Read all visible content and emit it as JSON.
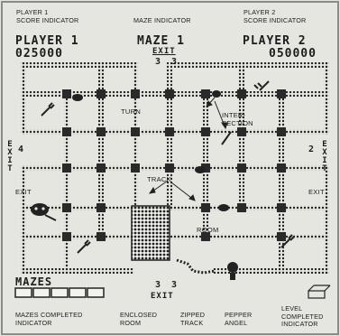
{
  "labels": {
    "p1_indicator": [
      "PLAYER 1",
      "SCORE INDICATOR"
    ],
    "maze_indicator": "MAZE INDICATOR",
    "p2_indicator": [
      "PLAYER 2",
      "SCORE INDICATOR"
    ],
    "turn": "TURN",
    "intersection": [
      "INTER-",
      "SECTION"
    ],
    "track": "TRACK",
    "room": "ROOM",
    "exit_left": "EXIT",
    "exit_right": "EXIT",
    "mazes_completed_indicator": [
      "MAZES COMPLETED",
      "INDICATOR"
    ],
    "enclosed_room": [
      "ENCLOSED",
      "ROOM"
    ],
    "zipped_track": [
      "ZIPPED",
      "TRACK"
    ],
    "pepper_angel": [
      "PEPPER",
      "ANGEL"
    ],
    "level_completed_indicator": [
      "LEVEL",
      "COMPLETED",
      "INDICATOR"
    ]
  },
  "hud": {
    "player1_label": "PLAYER 1",
    "player1_score": "025000",
    "maze_label": "MAZE 1",
    "maze_exit": "EXIT",
    "player2_label": "PLAYER 2",
    "player2_score": "050000",
    "mazes_label": "MAZES"
  },
  "maze": {
    "top_exit_counters": [
      "3",
      "3"
    ],
    "bottom_exit_counters": [
      "3",
      "3"
    ],
    "bottom_exit": "EXIT",
    "left_counter": "4",
    "right_counter": "2",
    "side_exit_letters": [
      "E",
      "X",
      "I",
      "T"
    ]
  },
  "colors": {
    "background": "#e6e6e1",
    "ink": "#1c1c1c",
    "border": "#8a8a8a"
  }
}
